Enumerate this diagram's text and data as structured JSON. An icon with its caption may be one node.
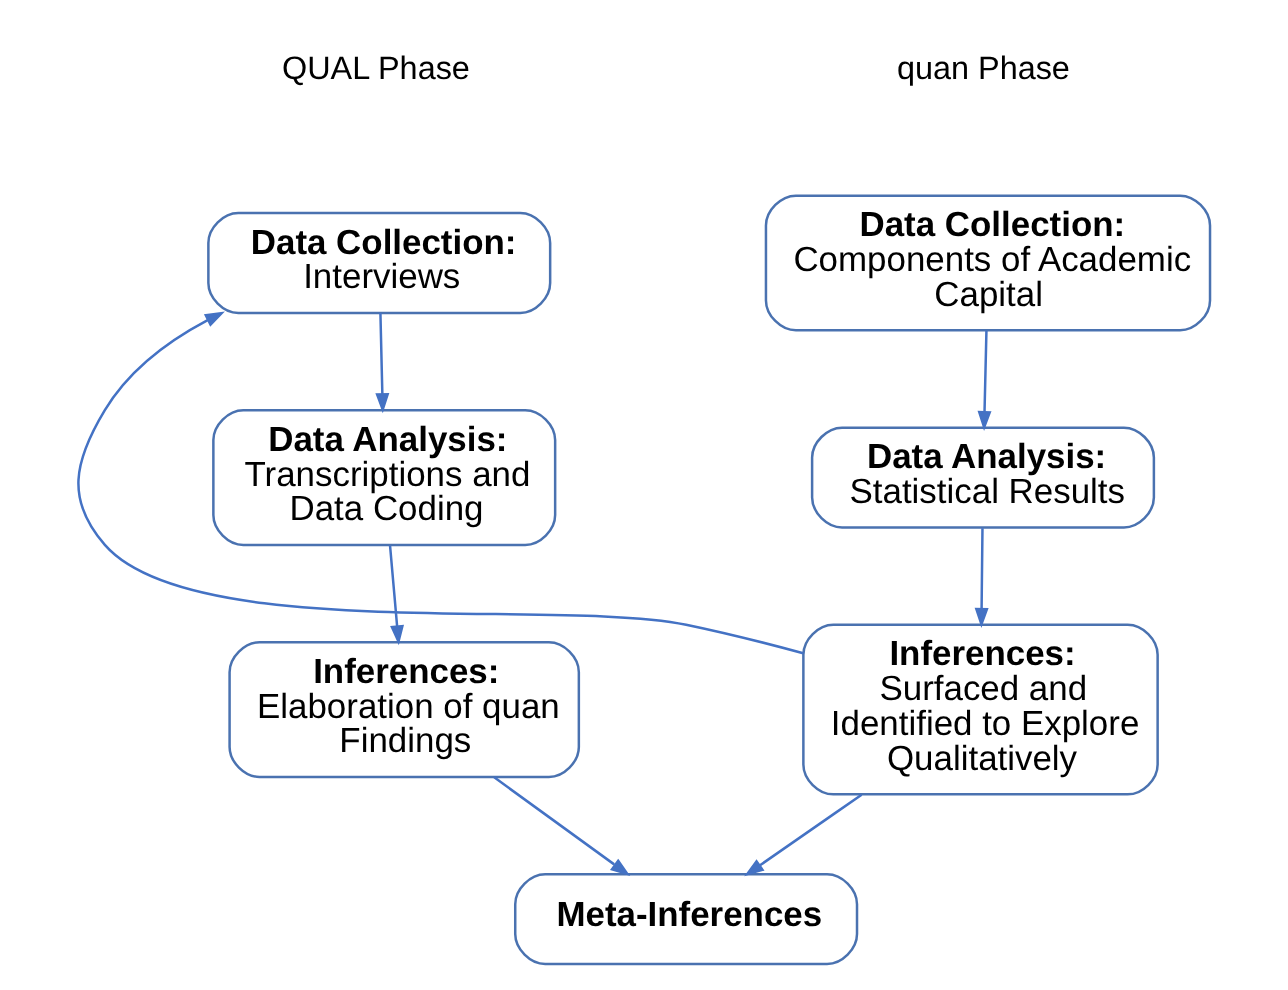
{
  "diagram": {
    "nodes": [
      {
        "text": [
          "Data Collection:",
          "Components of Academic Capital"
        ]
      },
      {
        "text": [
          "Data Analysis:",
          "Statistical Results"
        ]
      },
      {
        "text": [
          "Inferences:",
          "Surfaced and Identified to Explore Qualitatively"
        ]
      },
      {
        "text": [
          "Data Collection:",
          "Interviews"
        ]
      },
      {
        "text": [
          "Data Analysis:",
          "Transcriptions and Data Coding"
        ]
      },
      {
        "text": [
          "Inferences:",
          "Elaboration of quan Findings"
        ]
      },
      {
        "text": [
          "Meta-Inferences"
        ]
      }
    ],
    "edges": [
      {
        "from": 0,
        "to": 1,
        "arrow": "to"
      },
      {
        "from": 1,
        "to": 2,
        "arrow": "to"
      },
      {
        "from": 2,
        "to": 3,
        "arrow": "to"
      },
      {
        "from": 3,
        "to": 4,
        "arrow": "to"
      },
      {
        "from": 4,
        "to": 5,
        "arrow": "to"
      },
      {
        "from": 2,
        "to": 6,
        "arrow": "to"
      },
      {
        "from": 5,
        "to": 6,
        "arrow": "to"
      }
    ],
    "labels": [
      "quan Phase",
      "QUAL Phase"
    ]
  }
}
